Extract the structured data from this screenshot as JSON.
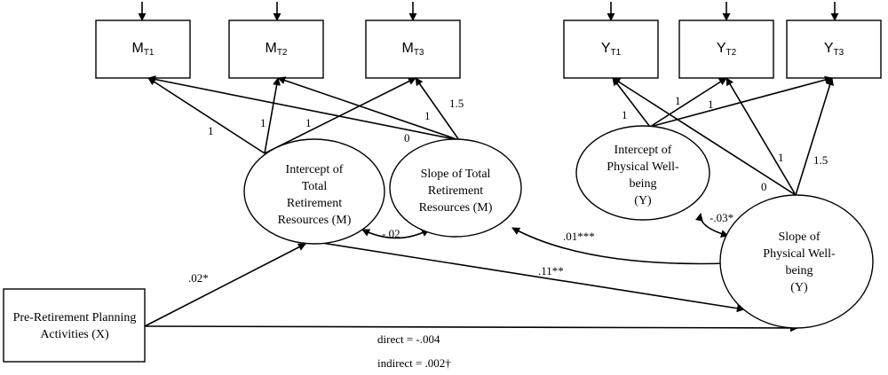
{
  "indicators": [
    {
      "id": "mt1",
      "main": "M",
      "sub": "T1"
    },
    {
      "id": "mt2",
      "main": "M",
      "sub": "T2"
    },
    {
      "id": "mt3",
      "main": "M",
      "sub": "T3"
    },
    {
      "id": "yt1",
      "main": "Y",
      "sub": "T1"
    },
    {
      "id": "yt2",
      "main": "Y",
      "sub": "T2"
    },
    {
      "id": "yt3",
      "main": "Y",
      "sub": "T3"
    }
  ],
  "latents": {
    "intercept_m": [
      "Intercept of",
      "Total",
      "Retirement",
      "Resources (M)"
    ],
    "slope_m": [
      "Slope of Total",
      "Retirement",
      "Resources (M)"
    ],
    "intercept_y": [
      "Intercept of",
      "Physical Well-",
      "being",
      "(Y)"
    ],
    "slope_y": [
      "Slope of",
      "Physical Well-",
      "being",
      "(Y)"
    ]
  },
  "predictor": [
    "Pre-Retirement Planning",
    "Activities (X)"
  ],
  "loadings": {
    "intercept_m_t1": "1",
    "intercept_m_t2": "1",
    "intercept_m_t3": "1",
    "slope_m_t1": "0",
    "slope_m_t2": "1",
    "slope_m_t3": "1.5",
    "intercept_y_t1": "1",
    "intercept_y_t2": "1",
    "intercept_y_t3": "1",
    "slope_y_t1": "0",
    "slope_y_t2": "1",
    "slope_y_t3": "1.5"
  },
  "covariances": {
    "intercept_m_slope_m": "-.02",
    "slope_m_slope_y": ".01***",
    "intercept_y_slope_y": "-.03*"
  },
  "paths": {
    "x_to_intercept_m": ".02*",
    "intercept_m_to_slope_y": ".11**"
  },
  "effects": {
    "direct": "direct = -.004",
    "indirect": "indirect = .002†"
  }
}
